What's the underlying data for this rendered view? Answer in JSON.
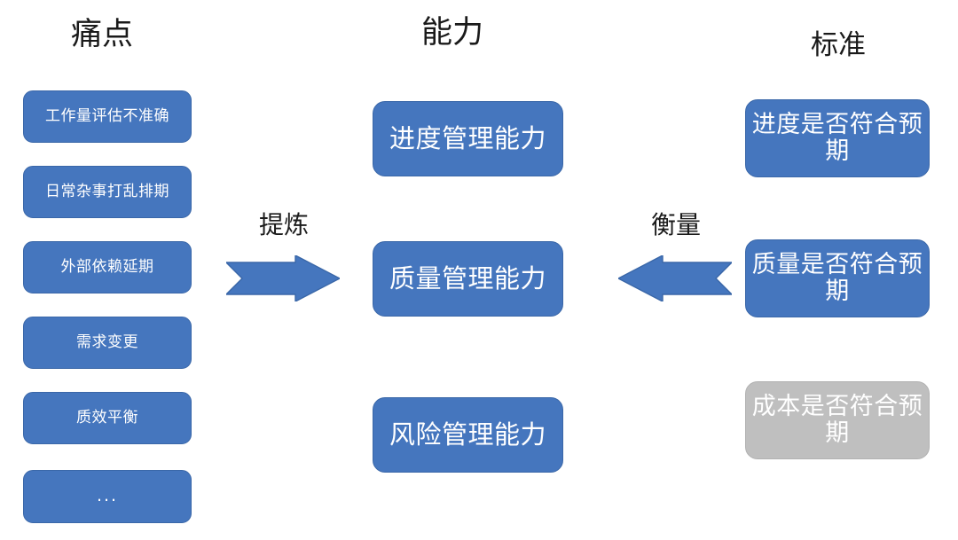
{
  "columns": {
    "pain": {
      "header": "痛点",
      "items": [
        {
          "label": "工作量评估不准确",
          "style": "blue"
        },
        {
          "label": "日常杂事打乱排期",
          "style": "blue"
        },
        {
          "label": "外部依赖延期",
          "style": "blue"
        },
        {
          "label": "需求变更",
          "style": "blue"
        },
        {
          "label": "质效平衡",
          "style": "blue"
        },
        {
          "label": "...",
          "style": "blue"
        }
      ]
    },
    "capability": {
      "header": "能力",
      "items": [
        {
          "label": "进度管理能力",
          "style": "blue"
        },
        {
          "label": "质量管理能力",
          "style": "blue"
        },
        {
          "label": "风险管理能力",
          "style": "blue"
        }
      ]
    },
    "standard": {
      "header": "标准",
      "items": [
        {
          "label": "进度是否符合预期",
          "style": "blue"
        },
        {
          "label": "质量是否符合预期",
          "style": "blue"
        },
        {
          "label": "成本是否符合预期",
          "style": "gray"
        }
      ]
    }
  },
  "arrows": [
    {
      "label": "提炼",
      "direction": "right",
      "name": "arrow-extract"
    },
    {
      "label": "衡量",
      "direction": "left",
      "name": "arrow-measure"
    }
  ],
  "colors": {
    "box_blue": "#4576BE",
    "box_blue_border": "#3A67A8",
    "box_gray": "#BFBFBF",
    "box_gray_border": "#B2B2B2",
    "arrow_blue": "#4576BE",
    "arrow_blue_border": "#3A67A8",
    "text_on_box": "#FFFFFF",
    "header_text": "#1A1A1A",
    "background": "#FFFFFF"
  }
}
